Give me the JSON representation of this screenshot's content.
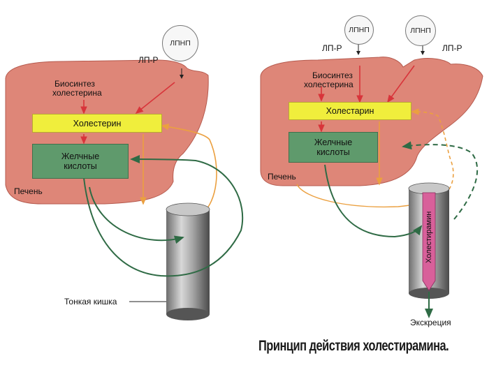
{
  "left_panel": {
    "ldl": "ЛПНП",
    "receptor": "ЛП-Р",
    "biosynthesis_line1": "Биосинтез",
    "biosynthesis_line2": "холестерина",
    "cholesterol": "Холестерин",
    "bile_acids_line1": "Желчные",
    "bile_acids_line2": "кислоты",
    "liver": "Печень",
    "small_intestine": "Тонкая кишка"
  },
  "right_panel": {
    "ldl_1": "ЛПНП",
    "ldl_2": "ЛПНП",
    "receptor_1": "ЛП-Р",
    "receptor_2": "ЛП-Р",
    "biosynthesis_line1": "Биосинтез",
    "biosynthesis_line2": "холестерина",
    "cholesterol": "Холестарин",
    "bile_acids_line1": "Желчные",
    "bile_acids_line2": "кислоты",
    "liver": "Печень",
    "drug": "Холестирамин",
    "excretion": "Экскреция"
  },
  "caption": "Принцип действия холестирамина.",
  "colors": {
    "liver": "#de8678",
    "cholesterol_box": "#f0ee3c",
    "bile_box": "#5f9a6c",
    "arrow_red": "#d8343a",
    "arrow_orange": "#eba040",
    "arrow_green": "#2f6b45",
    "drug_column": "#d8609a"
  }
}
